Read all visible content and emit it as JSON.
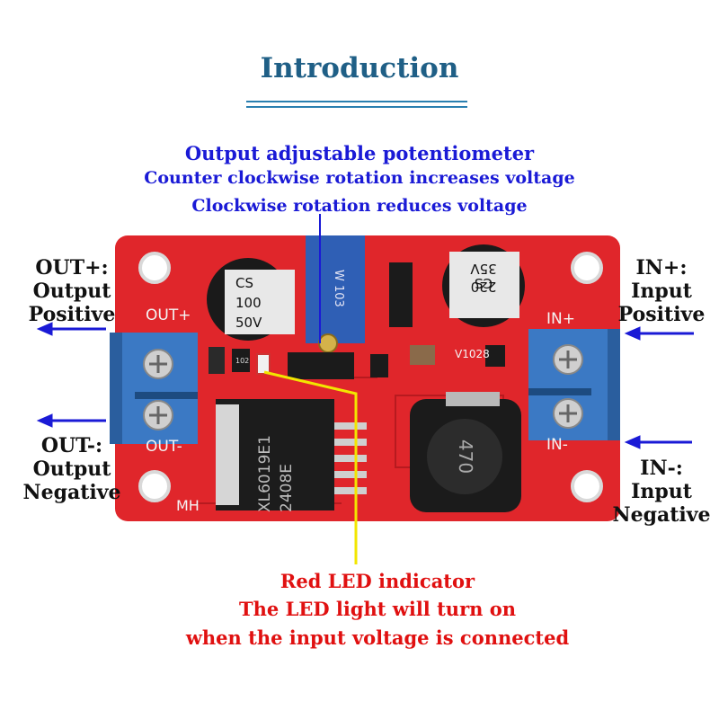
{
  "header": {
    "title": "Introduction"
  },
  "potentiometer": {
    "line1": "Output adjustable potentiometer",
    "line2": "Counter clockwise rotation increases voltage",
    "line3": "Clockwise rotation reduces voltage"
  },
  "left_labels": {
    "out_plus": [
      "OUT+:",
      "Output",
      "Positive"
    ],
    "out_minus": [
      "OUT-:",
      "Output",
      "Negative"
    ]
  },
  "right_labels": {
    "in_plus": [
      "IN+:",
      "Input",
      "Positive"
    ],
    "in_minus": [
      "IN-:",
      "Input",
      "Negative"
    ]
  },
  "led": {
    "line1": "Red LED indicator",
    "line2": "The LED light will turn on",
    "line3": "when the input voltage is connected"
  },
  "board": {
    "silk_out_plus": "OUT+",
    "silk_out_minus": "OUT-",
    "silk_in_plus": "IN+",
    "silk_in_minus": "IN-",
    "silk_mh": "MH",
    "silk_version": "V1028",
    "cap_left": [
      "CS",
      "100",
      "50V"
    ],
    "cap_right": [
      "CS",
      "220",
      "35V"
    ],
    "pot_code": "W 103",
    "chip": [
      "XL6019E1",
      "2408E"
    ],
    "inductor": "470",
    "resistor_code": "102"
  },
  "colors": {
    "title": "#1f5f86",
    "callout_blue": "#1a1ad6",
    "callout_red": "#e01010",
    "pcb": "#e0262b",
    "arrow": "#1a1ad6",
    "leader": "#f2e600"
  }
}
